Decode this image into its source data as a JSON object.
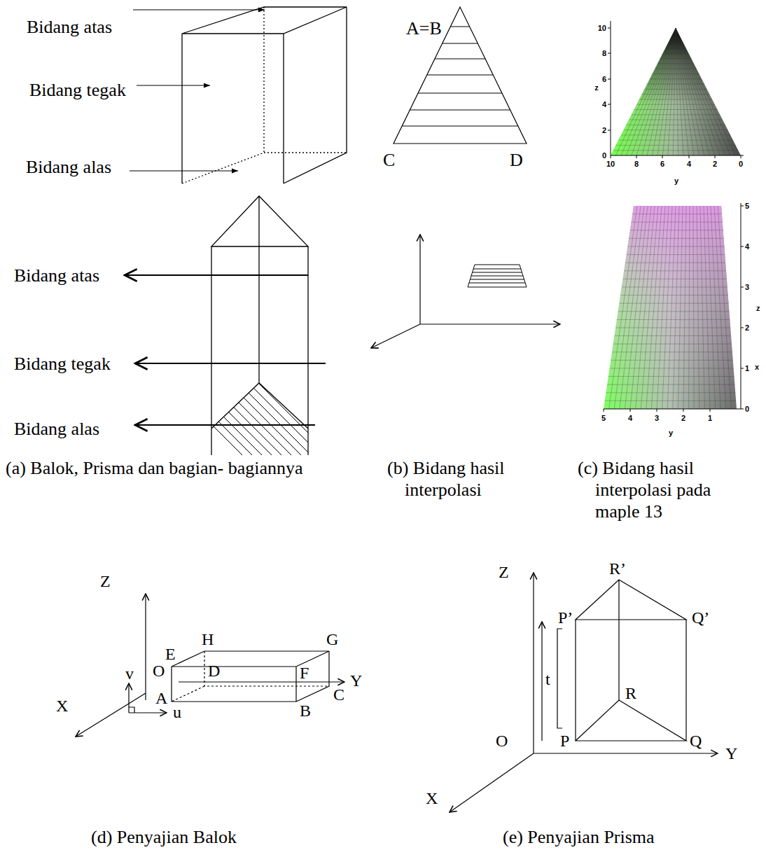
{
  "diagram": {
    "labels": [
      "Bidang atas",
      "Bidang tegak",
      "Bidang alas",
      "Bidang atas",
      "Bidang tegak",
      "Bidang alas",
      "A=B",
      "C",
      "D",
      "10",
      "8",
      "6",
      "4",
      "2",
      "0",
      "z",
      "10",
      "8",
      "6",
      "4",
      "2",
      "0",
      "y",
      "5",
      "4",
      "3",
      "2",
      "1",
      "x",
      "z",
      "0",
      "5",
      "4",
      "3",
      "2",
      "1",
      "y",
      "(a) Balok, Prisma dan bagian- bagiannya",
      "(b) Bidang hasil interpolasi",
      "(c) Bidang hasil interpolasi pada maple 13",
      "Z",
      "E",
      "H",
      "G",
      "v",
      "O",
      "D",
      "F",
      "Y",
      "X",
      "A",
      "C",
      "B",
      "u",
      "Z",
      "R’",
      "P’",
      "Q’",
      "t",
      "R",
      "O",
      "P",
      "Q",
      "Y",
      "X",
      "(d) Penyajian Balok",
      "(e) Penyajian Prisma"
    ]
  }
}
